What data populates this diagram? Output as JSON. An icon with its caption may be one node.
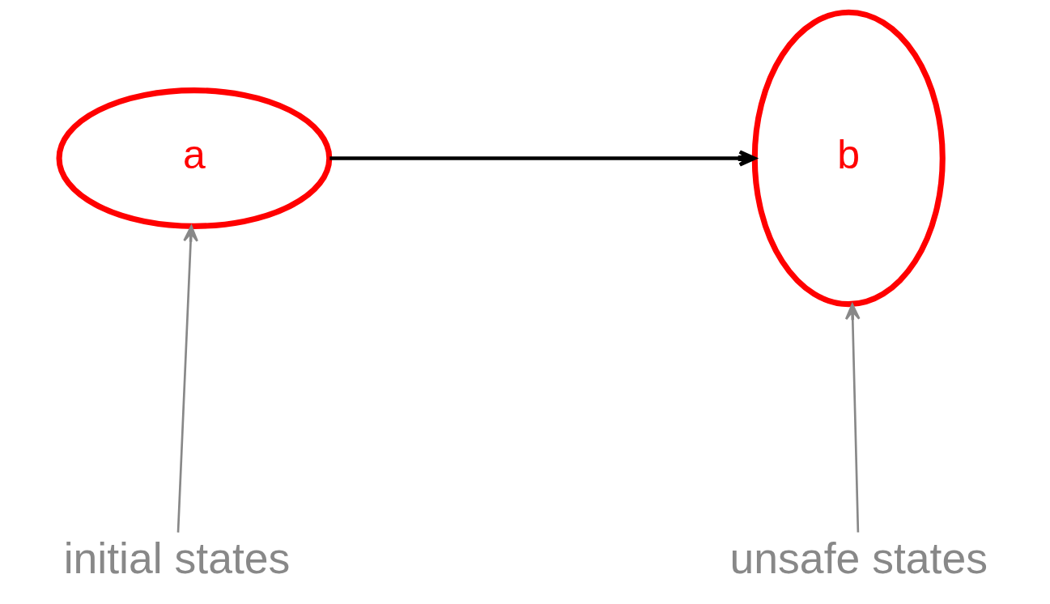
{
  "diagram": {
    "nodes": [
      {
        "text": [
          "a"
        ]
      },
      {
        "text": [
          "b"
        ]
      },
      {
        "text": [
          "initial states"
        ]
      },
      {
        "text": [
          "unsafe states"
        ]
      }
    ],
    "edges": [
      {
        "from": 0,
        "to": 1,
        "arrow": "to",
        "color": "#000000"
      },
      {
        "from": 2,
        "to": 0,
        "arrow": "to",
        "color": "#888888"
      },
      {
        "from": 3,
        "to": 1,
        "arrow": "to",
        "color": "#888888"
      }
    ]
  }
}
